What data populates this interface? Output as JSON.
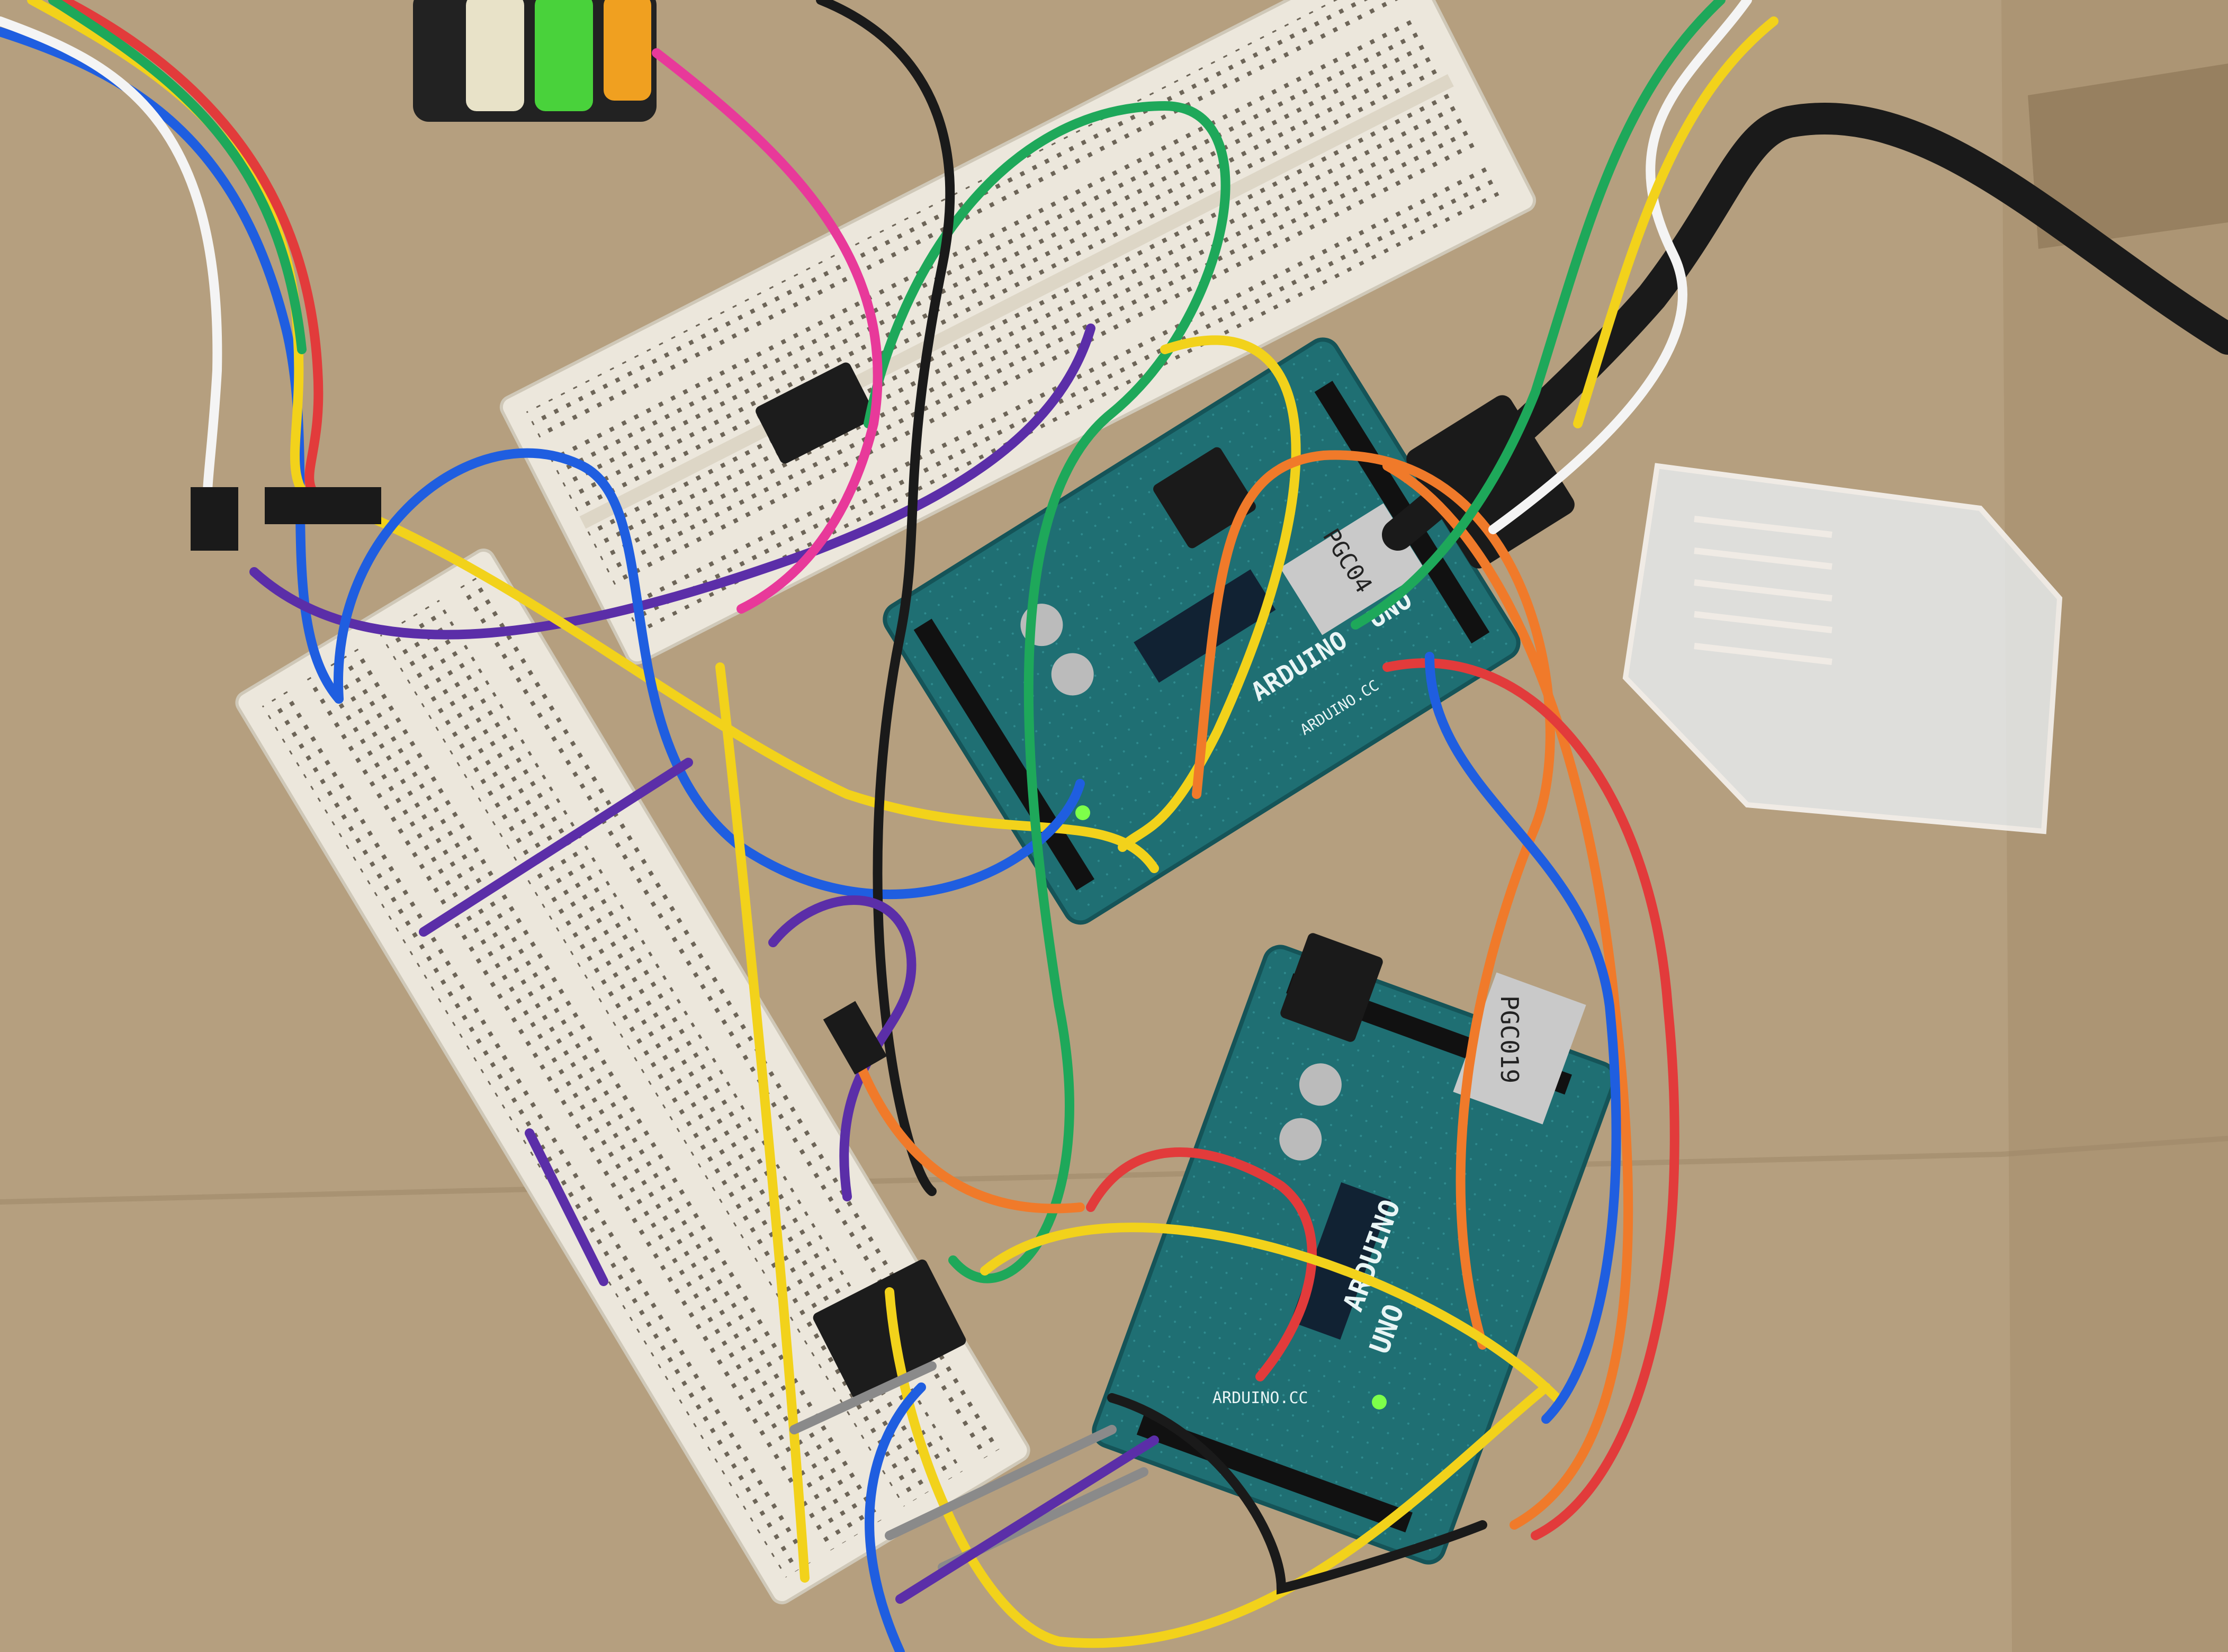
{
  "photo": {
    "colors": {
      "cardboard": "#b59f7f",
      "cardboard_shadow": "#9c8565",
      "breadboard": "#ece7dc",
      "breadboard_hole": "#6d6558",
      "board_teal": "#1f6f73",
      "board_dark": "#155458",
      "ic_black": "#1c1c1c",
      "usb_silver": "#c9c9c9",
      "led_green": "#7dff4a"
    },
    "boards": [
      {
        "board_label": "ARDUINO",
        "model": "UNO",
        "site": "ARDUINO.CC",
        "sticker": "PGC04"
      },
      {
        "board_label": "ARDUINO",
        "model": "UNO",
        "site": "ARDUINO.CC",
        "sticker": "PGC019"
      }
    ],
    "wire_colors": {
      "red": "#e23b3b",
      "orange": "#f07a2a",
      "yellow": "#f2d21b",
      "green": "#1ea85a",
      "blue": "#1f5ee0",
      "purple": "#5b2ea8",
      "pink": "#e8399a",
      "black": "#1a1a1a",
      "white": "#f4f4f4",
      "gray": "#8a8a8a"
    }
  }
}
